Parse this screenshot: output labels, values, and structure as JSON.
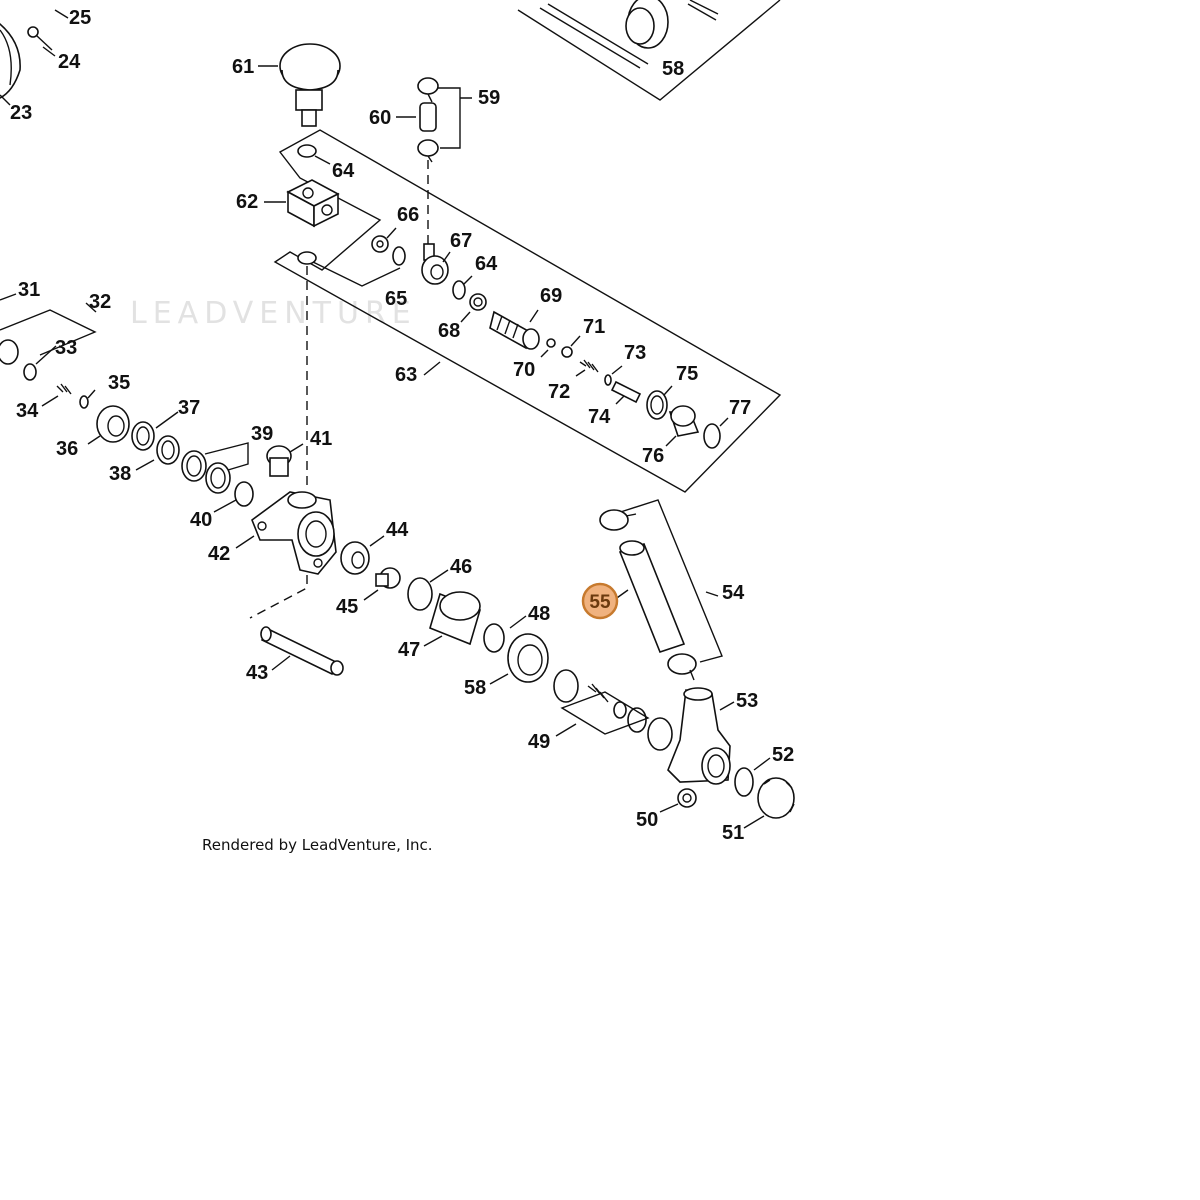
{
  "watermark": "LEADVENTURE",
  "credit": "Rendered by LeadVenture, Inc.",
  "colors": {
    "highlight_fill": "#f0b27f",
    "highlight_stroke": "#c77a2e",
    "ink": "#111111"
  },
  "callouts": {
    "c23": "23",
    "c24": "24",
    "c25": "25",
    "c31": "31",
    "c32": "32",
    "c33": "33",
    "c34": "34",
    "c35": "35",
    "c36": "36",
    "c37": "37",
    "c38": "38",
    "c39": "39",
    "c40": "40",
    "c41": "41",
    "c42": "42",
    "c43": "43",
    "c44": "44",
    "c45": "45",
    "c46": "46",
    "c47": "47",
    "c48": "48",
    "c49": "49",
    "c50": "50",
    "c51": "51",
    "c52": "52",
    "c53": "53",
    "c54": "54",
    "c55": "55",
    "c58a": "58",
    "c58b": "58",
    "c59": "59",
    "c60": "60",
    "c61": "61",
    "c62": "62",
    "c63": "63",
    "c64a": "64",
    "c64b": "64",
    "c65": "65",
    "c66": "66",
    "c67": "67",
    "c68": "68",
    "c69": "69",
    "c70": "70",
    "c71": "71",
    "c72": "72",
    "c73": "73",
    "c74": "74",
    "c75": "75",
    "c76": "76",
    "c77": "77"
  },
  "highlighted_part": "55"
}
